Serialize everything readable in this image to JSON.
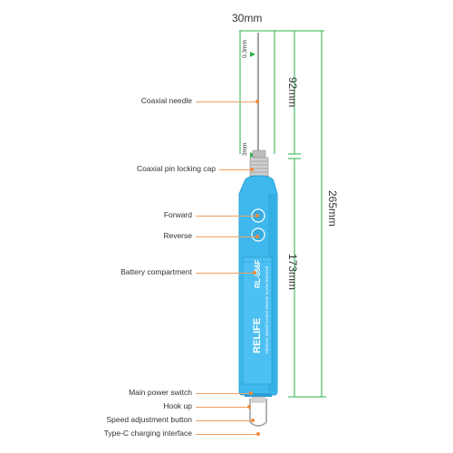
{
  "dimensions": {
    "top_width": "30mm",
    "needle_length": "92mm",
    "body_length": "173mm",
    "total_length": "265mm",
    "needle_tip": "0.3mm",
    "needle_base": "3mm"
  },
  "labels": {
    "coaxial_needle": "Coaxial needle",
    "locking_cap": "Coaxial pin locking cap",
    "forward": "Forward",
    "reverse": "Reverse",
    "battery": "Battery compartment",
    "main_switch": "Main power switch",
    "hook_up": "Hook up",
    "speed_button": "Speed adjustment button",
    "typec": "Type-C charging interface"
  },
  "device": {
    "brand": "RELIFE",
    "model": "RL-056F",
    "subtitle": "Wireless Speed Control Electric Screw Removal"
  },
  "colors": {
    "body": "#3fb8ee",
    "body_shadow": "#2a9fd6",
    "dimension_line": "#29b34a",
    "callout_line": "#f0a060",
    "callout_dot": "#f08a3c"
  }
}
